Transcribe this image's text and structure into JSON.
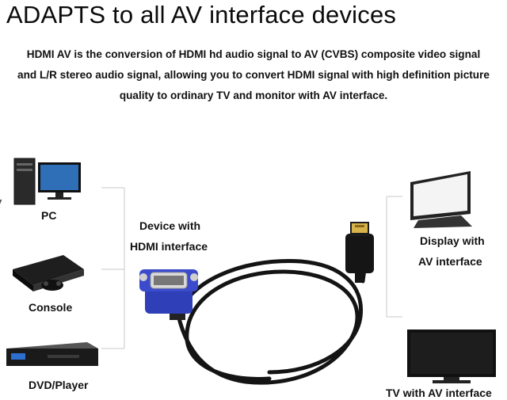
{
  "header": {
    "title": "ADAPTS to all AV interface devices",
    "description": "HDMI AV is the conversion of HDMI hd audio signal to AV (CVBS) composite video signal and L/R stereo audio signal, allowing you to convert HDMI signal with high definition picture quality to ordinary TV and monitor with AV interface."
  },
  "devices_left": {
    "pc": "PC",
    "console": "Console",
    "dvd": "DVD/Player"
  },
  "center": {
    "line1": "Device with",
    "line2": "HDMI interface"
  },
  "devices_right": {
    "display_line1": "Display with",
    "display_line2": "AV interface",
    "tv": "TV with AV interface"
  },
  "colors": {
    "vga_blue": "#2f3fb8",
    "hdmi_gold": "#d8b24a",
    "cable": "#141414",
    "bracket": "#c8c8c8"
  }
}
